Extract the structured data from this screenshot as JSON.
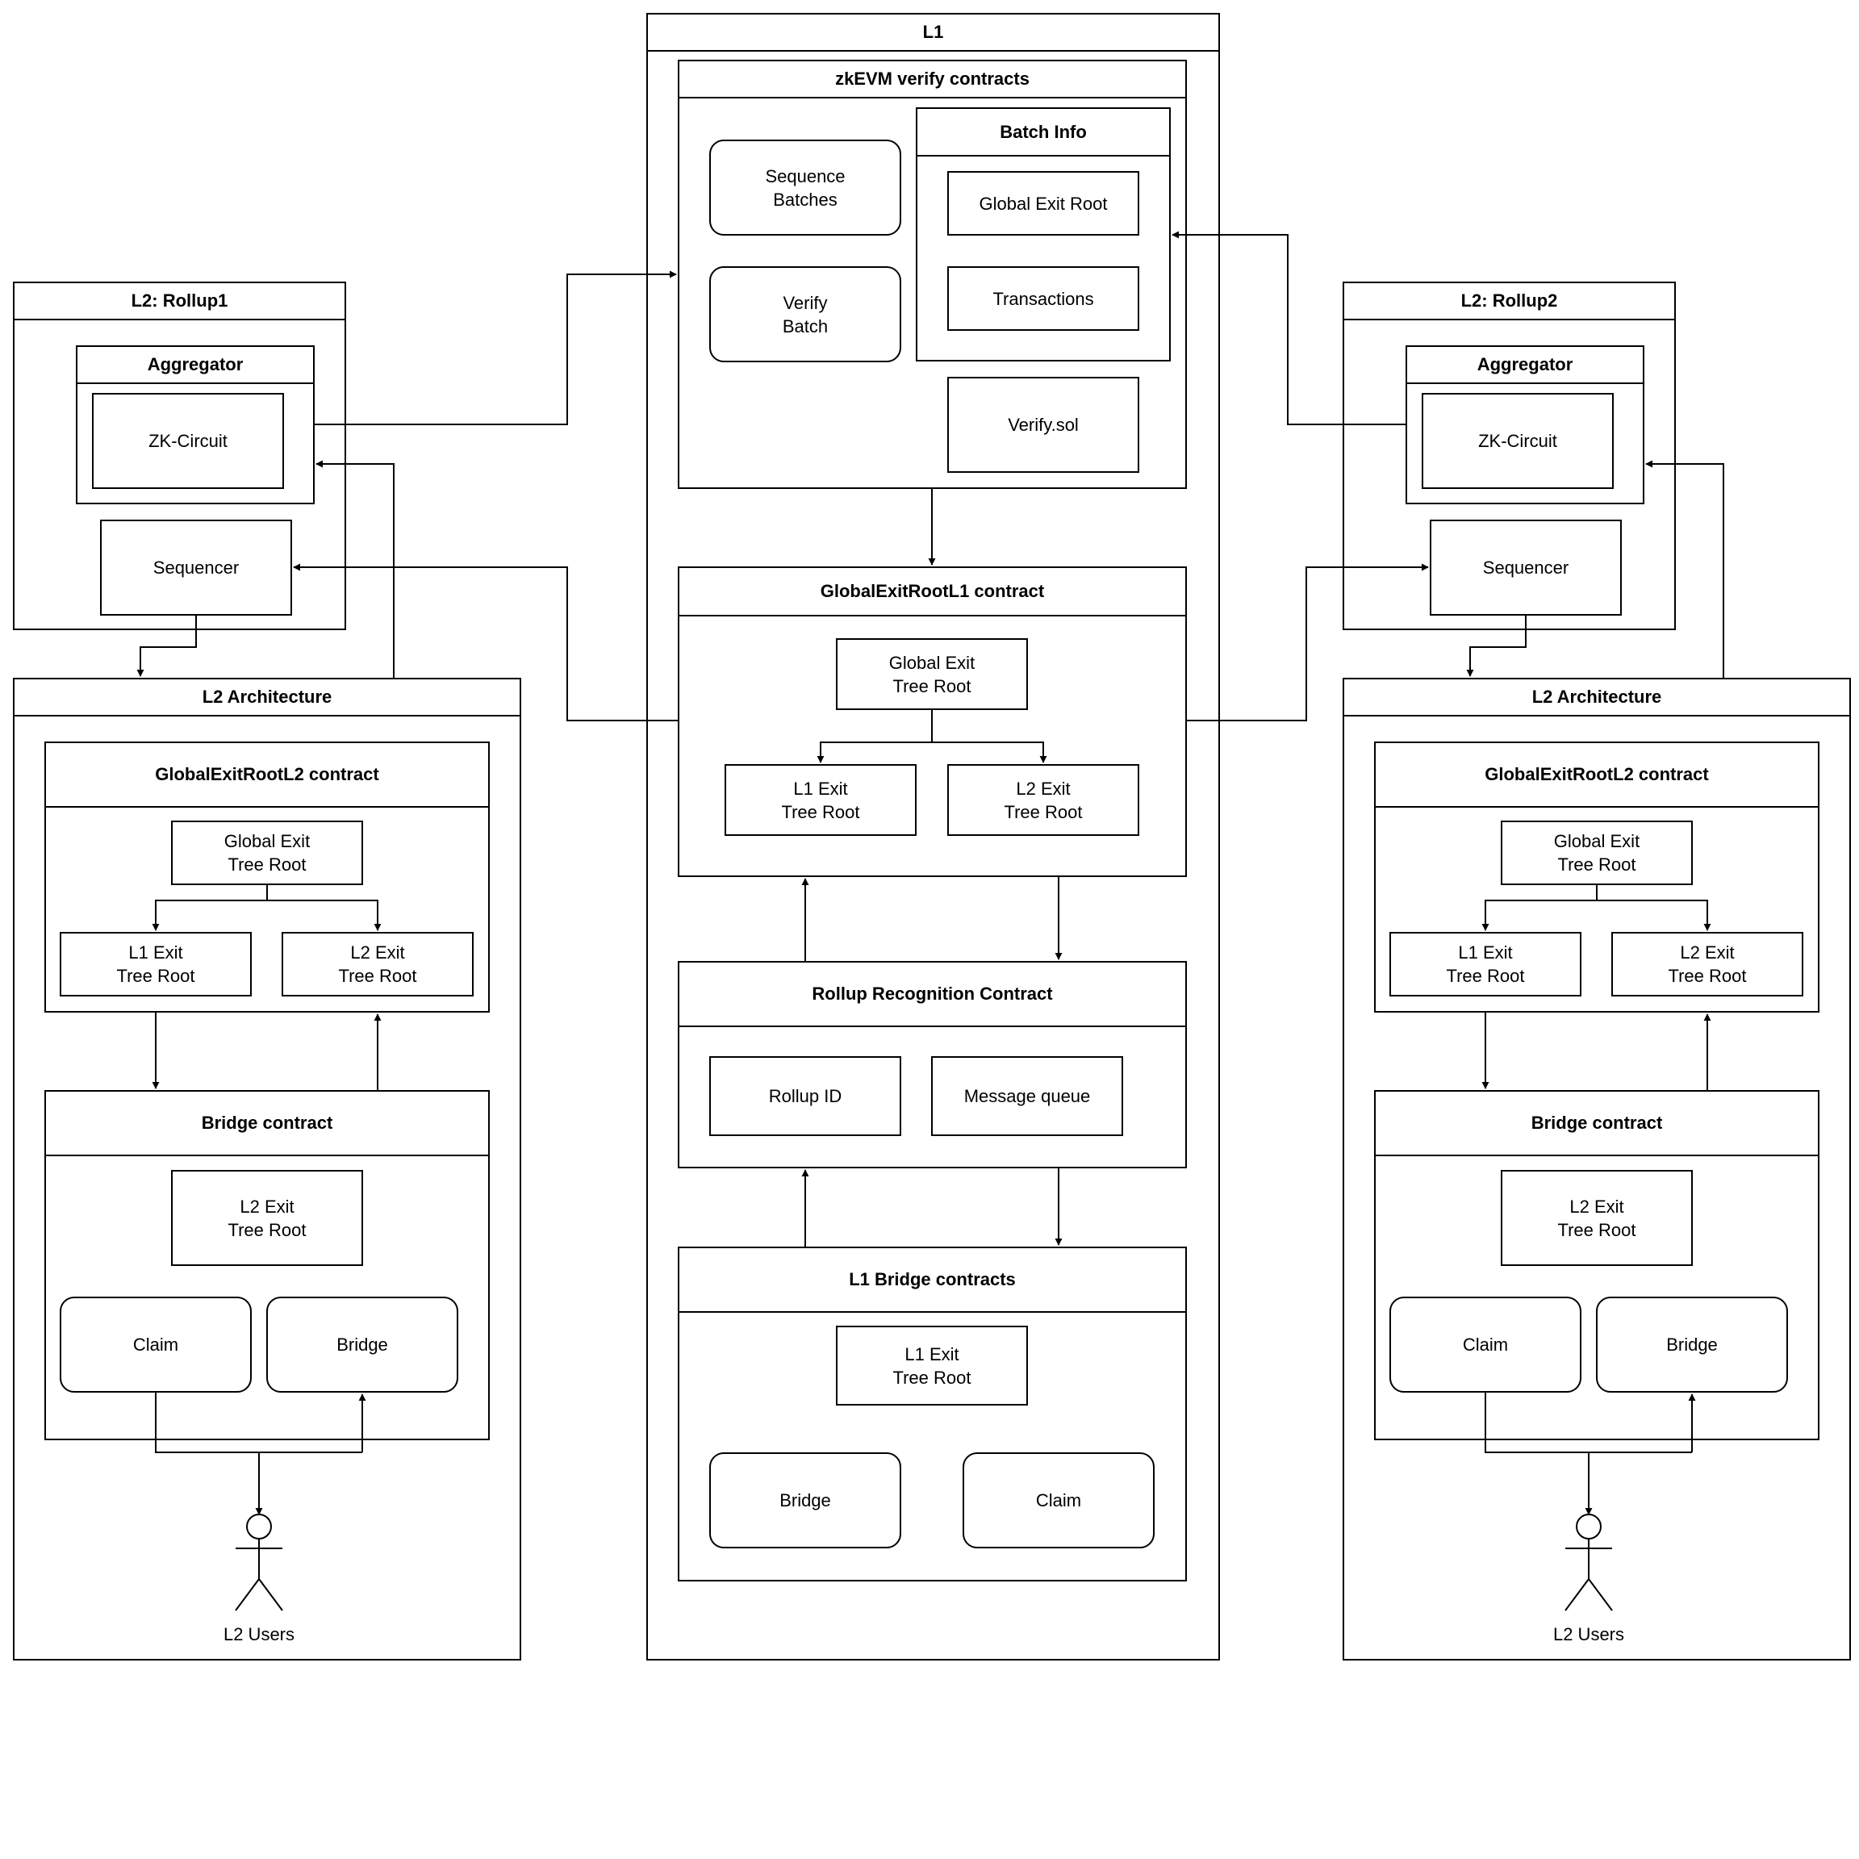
{
  "l1": {
    "title": "L1",
    "zkevm": {
      "title": "zkEVM verify contracts",
      "sequence_batches": "Sequence\nBatches",
      "verify_batch": "Verify\nBatch",
      "batch_info": {
        "title": "Batch Info",
        "global_exit_root": "Global Exit Root",
        "transactions": "Transactions"
      },
      "verify_sol": "Verify.sol"
    },
    "gerl1": {
      "title": "GlobalExitRootL1 contract",
      "global_exit_tree_root": "Global Exit\nTree Root",
      "l1_exit_tree_root": "L1 Exit\nTree Root",
      "l2_exit_tree_root": "L2 Exit\nTree Root"
    },
    "rollup_recognition": {
      "title": "Rollup Recognition Contract",
      "rollup_id": "Rollup ID",
      "message_queue": "Message queue"
    },
    "l1_bridge": {
      "title": "L1 Bridge contracts",
      "l1_exit_tree_root": "L1 Exit\nTree Root",
      "bridge": "Bridge",
      "claim": "Claim"
    }
  },
  "rollup1": {
    "title": "L2: Rollup1",
    "aggregator": "Aggregator",
    "zk_circuit": "ZK-Circuit",
    "sequencer": "Sequencer"
  },
  "rollup2": {
    "title": "L2: Rollup2",
    "aggregator": "Aggregator",
    "zk_circuit": "ZK-Circuit",
    "sequencer": "Sequencer"
  },
  "l2arch_left": {
    "title": "L2 Architecture",
    "gerl2": {
      "title": "GlobalExitRootL2 contract",
      "global_exit_tree_root": "Global Exit\nTree Root",
      "l1_exit_tree_root": "L1 Exit\nTree Root",
      "l2_exit_tree_root": "L2 Exit\nTree Root"
    },
    "bridge_contract": {
      "title": "Bridge contract",
      "l2_exit_tree_root": "L2 Exit\nTree Root",
      "claim": "Claim",
      "bridge": "Bridge"
    },
    "users": "L2 Users"
  },
  "l2arch_right": {
    "title": "L2 Architecture",
    "gerl2": {
      "title": "GlobalExitRootL2 contract",
      "global_exit_tree_root": "Global Exit\nTree Root",
      "l1_exit_tree_root": "L1 Exit\nTree Root",
      "l2_exit_tree_root": "L2 Exit\nTree Root"
    },
    "bridge_contract": {
      "title": "Bridge contract",
      "l2_exit_tree_root": "L2 Exit\nTree Root",
      "claim": "Claim",
      "bridge": "Bridge"
    },
    "users": "L2 Users"
  }
}
